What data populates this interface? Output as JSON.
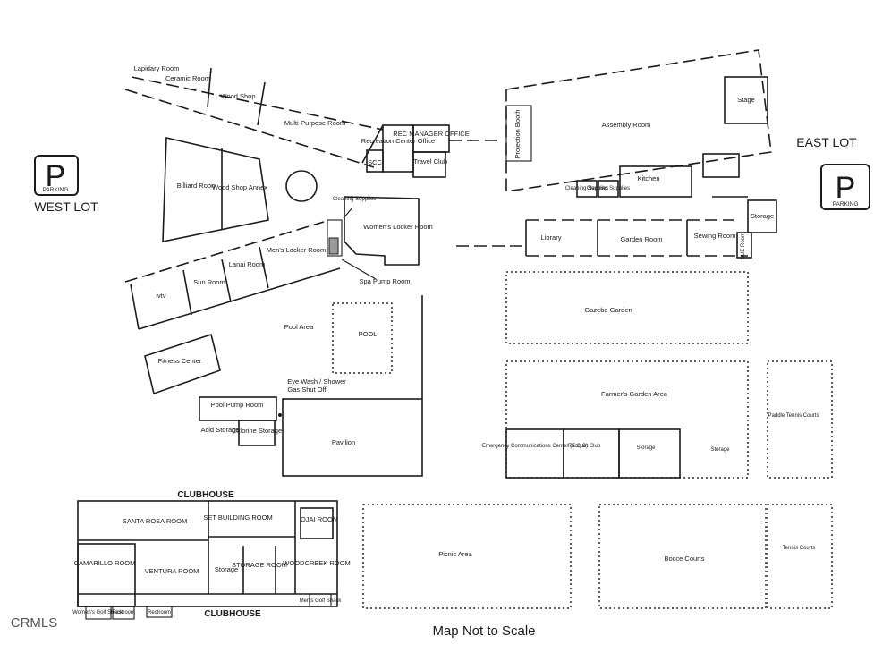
{
  "map": {
    "lots": {
      "west": "WEST LOT",
      "east": "EAST LOT"
    },
    "parking": {
      "symbol": "P",
      "label": "PARKING"
    },
    "note": "Map Not to Scale",
    "watermark": "CRMLS",
    "rooms": {
      "lapidary_room": "Lapidary Room",
      "ceramic_room": "Ceramic Room",
      "wood_shop": "Wood Shop",
      "multi_purpose_room": "Multi-Purpose Room",
      "recreation_center_office": "Recreation Center Office",
      "rec_manager_office": "REC MANAGER OFFICE",
      "travel_club": "Travel Club",
      "scc": "SCC",
      "billiard_room": "Billiard Room",
      "wood_shop_annex": "Wood Shop Annex",
      "cleaning_supplies_west": "Cleaning Supplies",
      "womens_locker_room": "Women's Locker Room",
      "mens_locker_room": "Men's Locker Room",
      "lanai_room": "Lanai Room",
      "sun_room": "Sun Room",
      "ivtv": "ivtv",
      "spa_pump_room": "Spa Pump Room",
      "pool_area": "Pool Area",
      "pool": "POOL",
      "fitness_center": "Fitness Center",
      "eye_wash": "Eye Wash / Shower",
      "gas_shut_off": "Gas Shut Off",
      "pool_pump_room": "Pool Pump Room",
      "acid_storage": "Acid Storage",
      "chlorine_storage": "Chlorine Storage",
      "pavilion": "Pavilion",
      "projection_booth": "Projection Booth",
      "assembly_room": "Assembly Room",
      "stage": "Stage",
      "cleaning_supplies_east_1": "Cleaning Supplies",
      "cleaning_supplies_east_2": "Cleaning Supplies",
      "kitchen": "Kitchen",
      "library": "Library",
      "garden_room": "Garden Room",
      "sewing_room": "Sewing Room",
      "storage_east": "Storage",
      "sue_room": "SUE Room",
      "gazebo_garden": "Gazebo Garden",
      "farmers_garden_area": "Farmer's Garden Area",
      "ecc": "Emergency Communications Center (E C C)",
      "racquet_club": "Racquet Club",
      "storage_1": "Storage",
      "storage_2": "Storage",
      "paddle_tennis_courts": "Paddle Tennis Courts",
      "picnic_area": "Picnic Area",
      "bocce_courts": "Bocce Courts",
      "tennis_courts": "Tennis Courts"
    },
    "clubhouse": {
      "title_top": "CLUBHOUSE",
      "title_bottom": "CLUBHOUSE",
      "santa_rosa_room": "SANTA ROSA ROOM",
      "set_building_room": "SET BUILDING ROOM",
      "ojai_room": "OJAI ROOM",
      "camarillo_room": "CAMARILLO ROOM",
      "ventura_room": "VENTURA ROOM",
      "storage": "Storage",
      "storage_room": "STORAGE ROOM",
      "woodcreek_room": "WOODCREEK ROOM",
      "womens_golf_shack": "Women's Golf Shack",
      "restroom_1": "Restroom",
      "restroom_2": "Restroom",
      "mens_golf_shack": "Men's Golf Shack"
    }
  }
}
